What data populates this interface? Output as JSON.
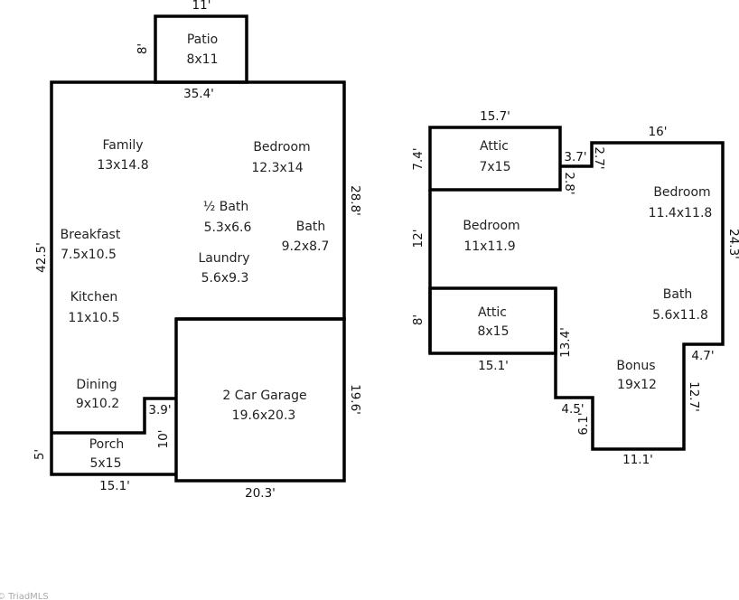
{
  "watermark": "© TriadMLS",
  "main_floor": {
    "rooms": [
      {
        "name": "Patio",
        "size": "8x11"
      },
      {
        "name": "Family",
        "size": "13x14.8"
      },
      {
        "name": "Bedroom",
        "size": "12.3x14"
      },
      {
        "name": "½ Bath",
        "size": "5.3x6.6"
      },
      {
        "name": "Bath",
        "size": "9.2x8.7"
      },
      {
        "name": "Breakfast",
        "size": "7.5x10.5"
      },
      {
        "name": "Laundry",
        "size": "5.6x9.3"
      },
      {
        "name": "Kitchen",
        "size": "11x10.5"
      },
      {
        "name": "Dining",
        "size": "9x10.2"
      },
      {
        "name": "2 Car Garage",
        "size": "19.6x20.3"
      },
      {
        "name": "Porch",
        "size": "5x15"
      }
    ],
    "dimensions": [
      "11'",
      "8'",
      "35.4'",
      "28.8'",
      "42.5'",
      "19.6'",
      "3.9'",
      "10'",
      "5'",
      "15.1'",
      "20.3'"
    ]
  },
  "upper_floor": {
    "rooms": [
      {
        "name": "Attic",
        "size": "7x15"
      },
      {
        "name": "Bedroom",
        "size": "11.4x11.8"
      },
      {
        "name": "Bedroom",
        "size": "11x11.9"
      },
      {
        "name": "Bath",
        "size": "5.6x11.8"
      },
      {
        "name": "Attic",
        "size": "8x15"
      },
      {
        "name": "Bonus",
        "size": "19x12"
      }
    ],
    "dimensions": [
      "15.7'",
      "7.4'",
      "3.7'",
      "2.7'",
      "16'",
      "2.8'",
      "24.3'",
      "12'",
      "8'",
      "13.4'",
      "15.1'",
      "4.7'",
      "12.7'",
      "4.5'",
      "6.1'",
      "11.1'"
    ]
  }
}
